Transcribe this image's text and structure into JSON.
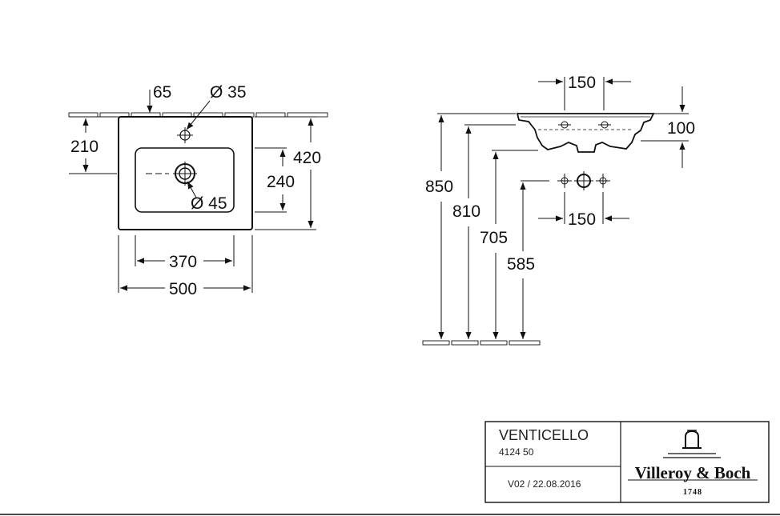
{
  "top_view": {
    "dims": {
      "tap_offset": "65",
      "tap_hole": "Ø 35",
      "tap_depth": "210",
      "total_depth": "420",
      "bowl_depth": "240",
      "drain": "Ø 45",
      "bowl_width": "370",
      "total_width": "500"
    }
  },
  "side_view": {
    "dims": {
      "fixing_spacing_top": "150",
      "basin_height": "100",
      "rim_height": "850",
      "top_height": "810",
      "bracket_height": "705",
      "fixing_height": "585",
      "fixing_spacing": "150"
    }
  },
  "title_block": {
    "product_name": "VENTICELLO",
    "article_number": "4124 50",
    "version": "V02 / 22.08.2016",
    "brand_name": "Villeroy & Boch",
    "brand_year": "1748"
  }
}
